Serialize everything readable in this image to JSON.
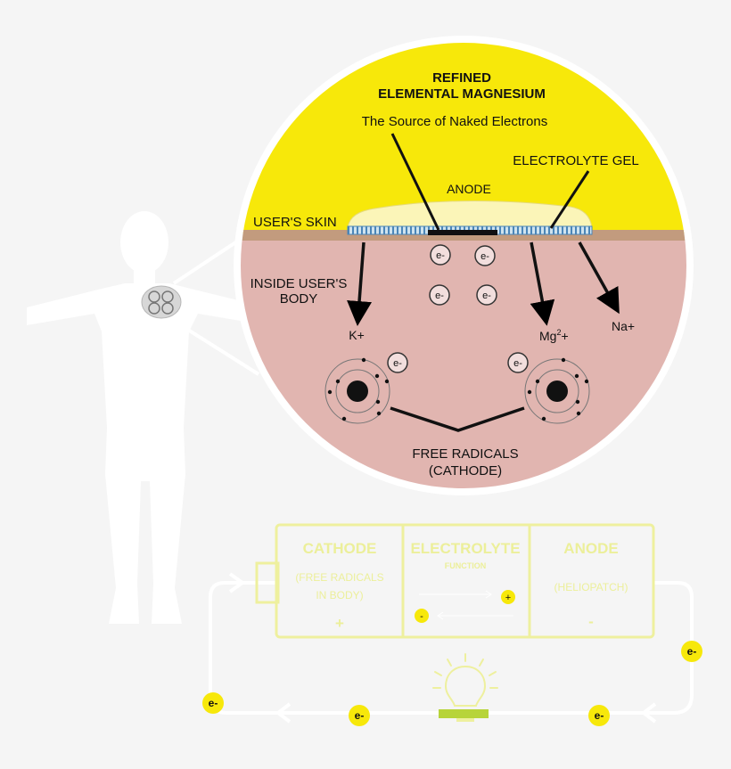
{
  "magnification": {
    "title_line1": "REFINED",
    "title_line2": "ELEMENTAL MAGNESIUM",
    "subtitle": "The Source of Naked Electrons",
    "electrolyte_gel_label": "ELECTROLYTE GEL",
    "anode_label": "ANODE",
    "skin_label": "USER'S SKIN",
    "inside_body_line1": "INSIDE USER'S",
    "inside_body_line2": "BODY",
    "ion_k": "K+",
    "ion_mg": "Mg",
    "ion_mg_sup": "2",
    "ion_mg_sign": "+",
    "ion_na": "Na+",
    "electron": "e-",
    "free_radicals_line1": "FREE RADICALS",
    "free_radicals_line2": "(CATHODE)"
  },
  "battery": {
    "cathode_title": "CATHODE",
    "cathode_desc_line1": "(FREE RADICALS",
    "cathode_desc_line2": "IN BODY)",
    "cathode_sign": "+",
    "electrolyte_title": "ELECTROLYTE",
    "electrolyte_sub": "FUNCTION",
    "plus_badge": "+",
    "minus_badge": "-",
    "anode_title": "ANODE",
    "anode_desc": "(HELIOPATCH)",
    "anode_sign": "-"
  },
  "circuit": {
    "electron_badge": "e-"
  },
  "colors": {
    "yellow": "#f7e80a",
    "skin": "#c29b7e",
    "body": "#e1b5b0",
    "battery_outline": "#eef09e",
    "circuit": "#ffffff"
  }
}
